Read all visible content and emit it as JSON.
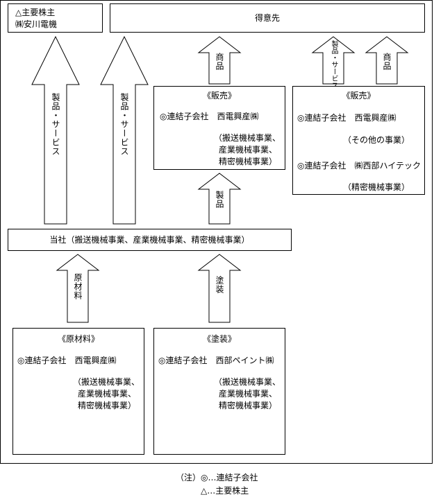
{
  "shareholder": {
    "line1": "△主要株主",
    "line2": "㈱安川電機"
  },
  "customer": {
    "label": "得意先"
  },
  "arrows": {
    "products_services": "製品・サービス",
    "goods": "商品",
    "products": "製品",
    "raw_material": "原材料",
    "painting": "塗装"
  },
  "sales1": {
    "title": "《販売》",
    "company": "◎連結子会社　西電興産㈱",
    "seg1": "（搬送機械事業、",
    "seg2": "産業機械事業、",
    "seg3": "精密機械事業）"
  },
  "sales2": {
    "title": "《販売》",
    "company1": "◎連結子会社　西電興産㈱",
    "seg1": "（その他の事業）",
    "company2": "◎連結子会社　㈱西部ハイテック",
    "seg2": "（精密機械事業）"
  },
  "company": {
    "label": "当社（搬送機械事業、産業機械事業、精密機械事業）"
  },
  "raw": {
    "title": "《原材料》",
    "company": "◎連結子会社　西電興産㈱",
    "seg1": "（搬送機械事業、",
    "seg2": "産業機械事業、",
    "seg3": "精密機械事業）"
  },
  "paint": {
    "title": "《塗装》",
    "company": "◎連結子会社　西部ペイント㈱",
    "seg1": "（搬送機械事業、",
    "seg2": "産業機械事業、",
    "seg3": "精密機械事業）"
  },
  "legend": {
    "line1": "（注）◎…連結子会社",
    "line2": "△…主要株主"
  }
}
